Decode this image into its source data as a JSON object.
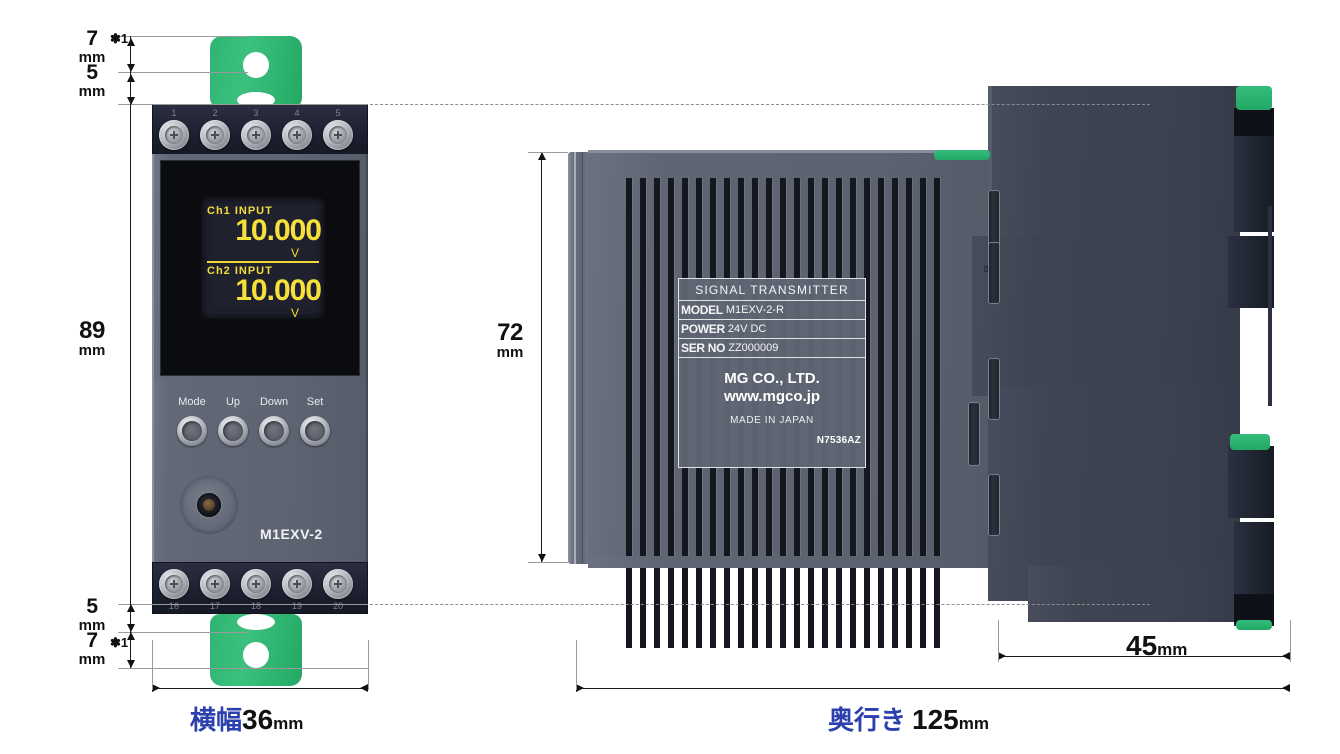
{
  "document": {
    "type": "dimension-drawing",
    "subject": "M1EXV-2 signal transmitter outline dimensions"
  },
  "front_view": {
    "top_terminals": [
      "1",
      "2",
      "3",
      "4",
      "5"
    ],
    "bottom_terminals": [
      "16",
      "17",
      "18",
      "19",
      "20"
    ],
    "display": {
      "ch1_caption": "Ch1  INPUT",
      "ch1_value": "10.000",
      "ch1_unit": "V",
      "ch2_caption": "Ch2  INPUT",
      "ch2_value": "10.000",
      "ch2_unit": "V",
      "text_color": "#f5e03c",
      "background_color": "#20212e"
    },
    "buttons": [
      "Mode",
      "Up",
      "Down",
      "Set"
    ],
    "model_text": "M1EXV-2",
    "bracket_color": "#2fb573"
  },
  "side_view": {
    "nameplate": {
      "title": "SIGNAL  TRANSMITTER",
      "rows": [
        {
          "key": "MODEL",
          "value": "M1EXV-2-R"
        },
        {
          "key": "POWER",
          "value": "24V  DC"
        },
        {
          "key": "SER NO",
          "value": "ZZ000009"
        }
      ],
      "company": "MG CO., LTD.",
      "website": "www.mgco.jp",
      "made_in": "MADE IN JAPAN",
      "code": "N7536AZ"
    }
  },
  "dimensions": {
    "top_clip": {
      "value": "7",
      "unit": "mm",
      "note": "✽1"
    },
    "top_gap": {
      "value": "5",
      "unit": "mm"
    },
    "height": {
      "value": "89",
      "unit": "mm"
    },
    "bottom_gap": {
      "value": "5",
      "unit": "mm"
    },
    "bottom_clip": {
      "value": "7",
      "unit": "mm",
      "note": "✽1"
    },
    "panel_height": {
      "value": "72",
      "unit": "mm"
    },
    "rear_depth": {
      "value": "45",
      "unit": "mm"
    },
    "width": {
      "label": "横幅",
      "value": "36",
      "unit": "mm"
    },
    "depth": {
      "label": "奥行き",
      "value": "125",
      "unit": "mm"
    }
  },
  "colors": {
    "accent_blue": "#2b3fae",
    "display_yellow": "#f5e03c",
    "bracket_green": "#2fb573",
    "body_gray": "#626876",
    "rear_gray": "#3e4452"
  }
}
